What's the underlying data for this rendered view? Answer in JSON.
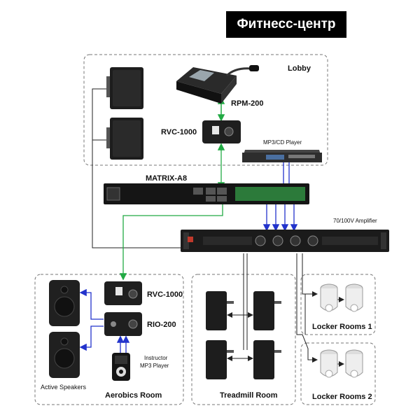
{
  "title": "Фитнесс-центр",
  "zones": {
    "lobby": "Lobby",
    "aerobics": "Aerobics Room",
    "treadmill": "Treadmill Room",
    "locker1": "Locker Rooms 1",
    "locker2": "Locker Rooms 2"
  },
  "devices": {
    "rpm": "RPM-200",
    "rvc_lobby": "RVC-1000",
    "mp3cd": "MP3/CD Player",
    "matrix": "MATRIX-A8",
    "amplifier": "70/100V  Amplifier",
    "rvc_aerobics": "RVC-1000",
    "rio": "RIO-200",
    "instructor_line1": "Instructor",
    "instructor_line2": "MP3 Player",
    "active_speakers": "Active Speakers"
  },
  "colors": {
    "green": "#22aa44",
    "blue": "#2233cc",
    "dark": "#222222",
    "dash": "#777777"
  }
}
